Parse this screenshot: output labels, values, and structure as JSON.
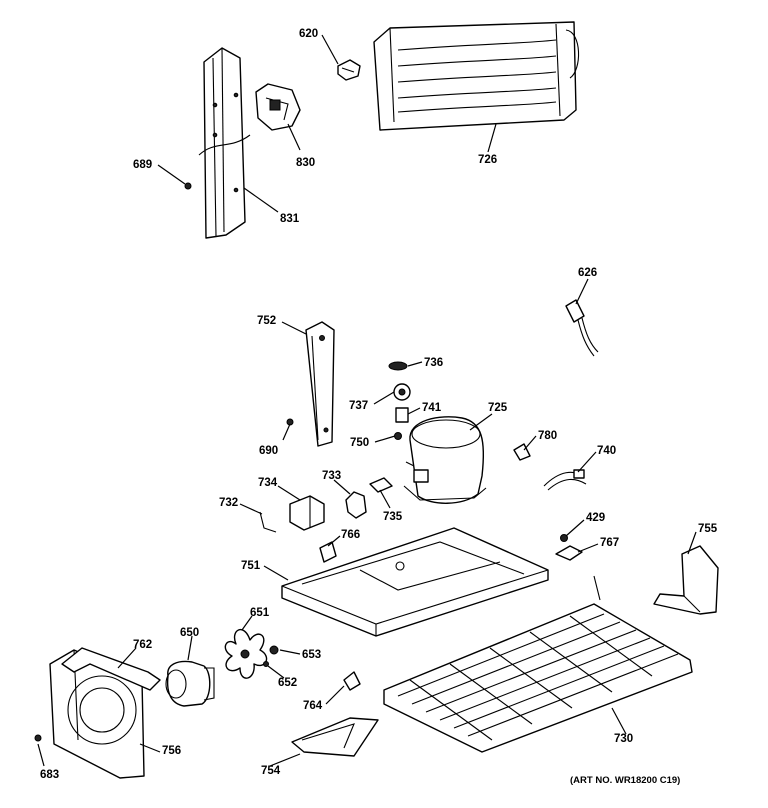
{
  "diagram": {
    "caption": "(ART NO. WR18200 C19)",
    "labels": {
      "p620": "620",
      "p726": "726",
      "p830": "830",
      "p689": "689",
      "p831": "831",
      "p626": "626",
      "p752": "752",
      "p736": "736",
      "p737": "737",
      "p741": "741",
      "p725": "725",
      "p690": "690",
      "p750": "750",
      "p780": "780",
      "p740": "740",
      "p733": "733",
      "p734": "734",
      "p732": "732",
      "p735": "735",
      "p429": "429",
      "p755": "755",
      "p766": "766",
      "p767": "767",
      "p751": "751",
      "p651": "651",
      "p762": "762",
      "p650": "650",
      "p653": "653",
      "p652": "652",
      "p764": "764",
      "p730": "730",
      "p756": "756",
      "p754": "754",
      "p683": "683"
    }
  }
}
